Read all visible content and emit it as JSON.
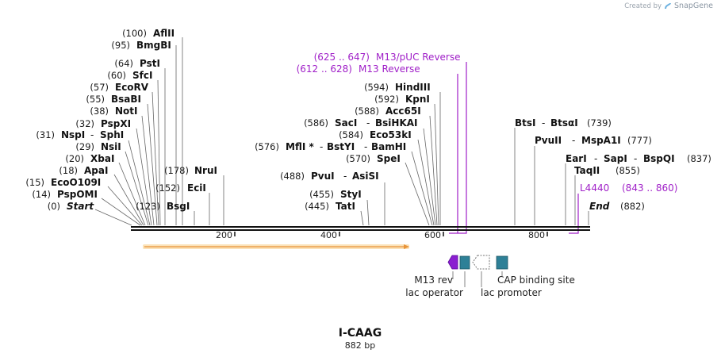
{
  "branding": {
    "created_by": "Created by",
    "app": "SnapGene"
  },
  "title": "I-CAAG",
  "length_label": "882 bp",
  "sites_left": [
    {
      "pos": "(100)",
      "name": "AflII"
    },
    {
      "pos": "(95)",
      "name": "BmgBI"
    },
    {
      "pos": "(64)",
      "name": "PstI"
    },
    {
      "pos": "(60)",
      "name": "SfcI"
    },
    {
      "pos": "(57)",
      "name": "EcoRV"
    },
    {
      "pos": "(55)",
      "name": "BsaBI"
    },
    {
      "pos": "(38)",
      "name": "NotI"
    },
    {
      "pos": "(32)",
      "name": "PspXI"
    },
    {
      "pos": "(31)",
      "name": "NspI",
      "name2": "SphI"
    },
    {
      "pos": "(29)",
      "name": "NsiI"
    },
    {
      "pos": "(20)",
      "name": "XbaI"
    },
    {
      "pos": "(18)",
      "name": "ApaI"
    },
    {
      "pos": "(15)",
      "name": "EcoO109I"
    },
    {
      "pos": "(14)",
      "name": "PspOMI"
    },
    {
      "pos": "(0)",
      "name": "Start"
    }
  ],
  "sites_mid": [
    {
      "pos": "(178)",
      "name": "NruI"
    },
    {
      "pos": "(152)",
      "name": "EciI"
    },
    {
      "pos": "(123)",
      "name": "BsgI"
    },
    {
      "pos": "(488)",
      "name": "PvuI",
      "name2": "AsiSI"
    },
    {
      "pos": "(455)",
      "name": "StyI"
    },
    {
      "pos": "(445)",
      "name": "TatI"
    },
    {
      "pos": "(594)",
      "name": "HindIII"
    },
    {
      "pos": "(592)",
      "name": "KpnI"
    },
    {
      "pos": "(588)",
      "name": "Acc65I"
    },
    {
      "pos": "(586)",
      "name": "SacI",
      "name2": "BsiHKAI"
    },
    {
      "pos": "(584)",
      "name": "Eco53kI"
    },
    {
      "pos": "(576)",
      "name": "MflI *",
      "name2": "BstYI",
      "name3": "BamHI"
    },
    {
      "pos": "(570)",
      "name": "SpeI"
    }
  ],
  "sites_right": [
    {
      "pos": "(739)",
      "name": "BtsI",
      "name2": "BtsαI"
    },
    {
      "pos": "(777)",
      "name": "PvuII",
      "name2": "MspA1I"
    },
    {
      "pos": "(837)",
      "name": "EarI",
      "name2": "SapI",
      "name3": "BspQI"
    },
    {
      "pos": "(855)",
      "name": "TaqII"
    },
    {
      "pos": "(882)",
      "name": "End"
    }
  ],
  "primers": [
    {
      "range": "(625 .. 647)",
      "name": "M13/pUC Reverse"
    },
    {
      "range": "(612 .. 628)",
      "name": "M13 Reverse"
    },
    {
      "range": "(843 .. 860)",
      "name": "L4440"
    }
  ],
  "ticks": [
    "200",
    "400",
    "600",
    "800"
  ],
  "features": [
    {
      "name": "M13 rev"
    },
    {
      "name": "lac operator"
    },
    {
      "name": "lac promoter"
    },
    {
      "name": "CAP binding site"
    }
  ],
  "colors": {
    "primer": "#a020c8",
    "orf_arrow": "#f2b15a",
    "m13rev": "#8a1fd0",
    "lac_operator": "#2e8097",
    "cap_site": "#2e8097"
  }
}
